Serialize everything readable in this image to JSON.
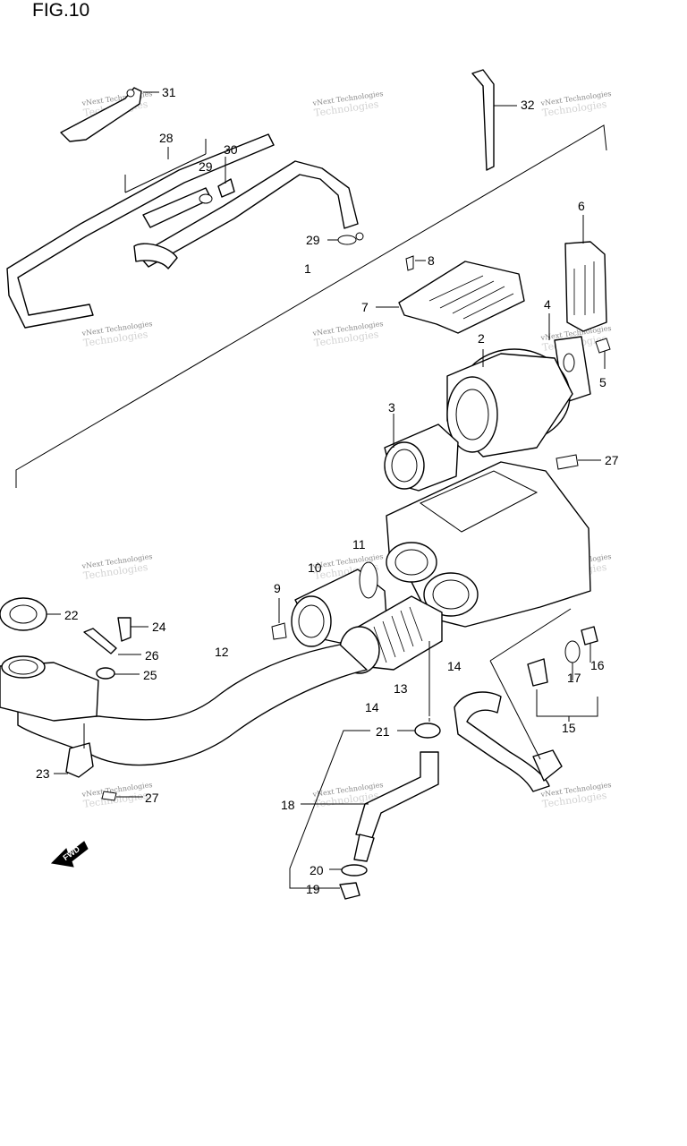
{
  "figure": {
    "title": "FIG.10"
  },
  "watermark": {
    "line1": "vNext Technologies",
    "line2": "Technologies"
  },
  "fwd_arrow": {
    "label": "FWD"
  },
  "callouts": [
    {
      "num": "31"
    },
    {
      "num": "32"
    },
    {
      "num": "28"
    },
    {
      "num": "30"
    },
    {
      "num": "29"
    },
    {
      "num": "29"
    },
    {
      "num": "6"
    },
    {
      "num": "8"
    },
    {
      "num": "1"
    },
    {
      "num": "7"
    },
    {
      "num": "4"
    },
    {
      "num": "2"
    },
    {
      "num": "5"
    },
    {
      "num": "3"
    },
    {
      "num": "27"
    },
    {
      "num": "11"
    },
    {
      "num": "10"
    },
    {
      "num": "9"
    },
    {
      "num": "22"
    },
    {
      "num": "24"
    },
    {
      "num": "12"
    },
    {
      "num": "26"
    },
    {
      "num": "25"
    },
    {
      "num": "14"
    },
    {
      "num": "13"
    },
    {
      "num": "14"
    },
    {
      "num": "16"
    },
    {
      "num": "17"
    },
    {
      "num": "15"
    },
    {
      "num": "21"
    },
    {
      "num": "23"
    },
    {
      "num": "27"
    },
    {
      "num": "18"
    },
    {
      "num": "20"
    },
    {
      "num": "19"
    }
  ]
}
